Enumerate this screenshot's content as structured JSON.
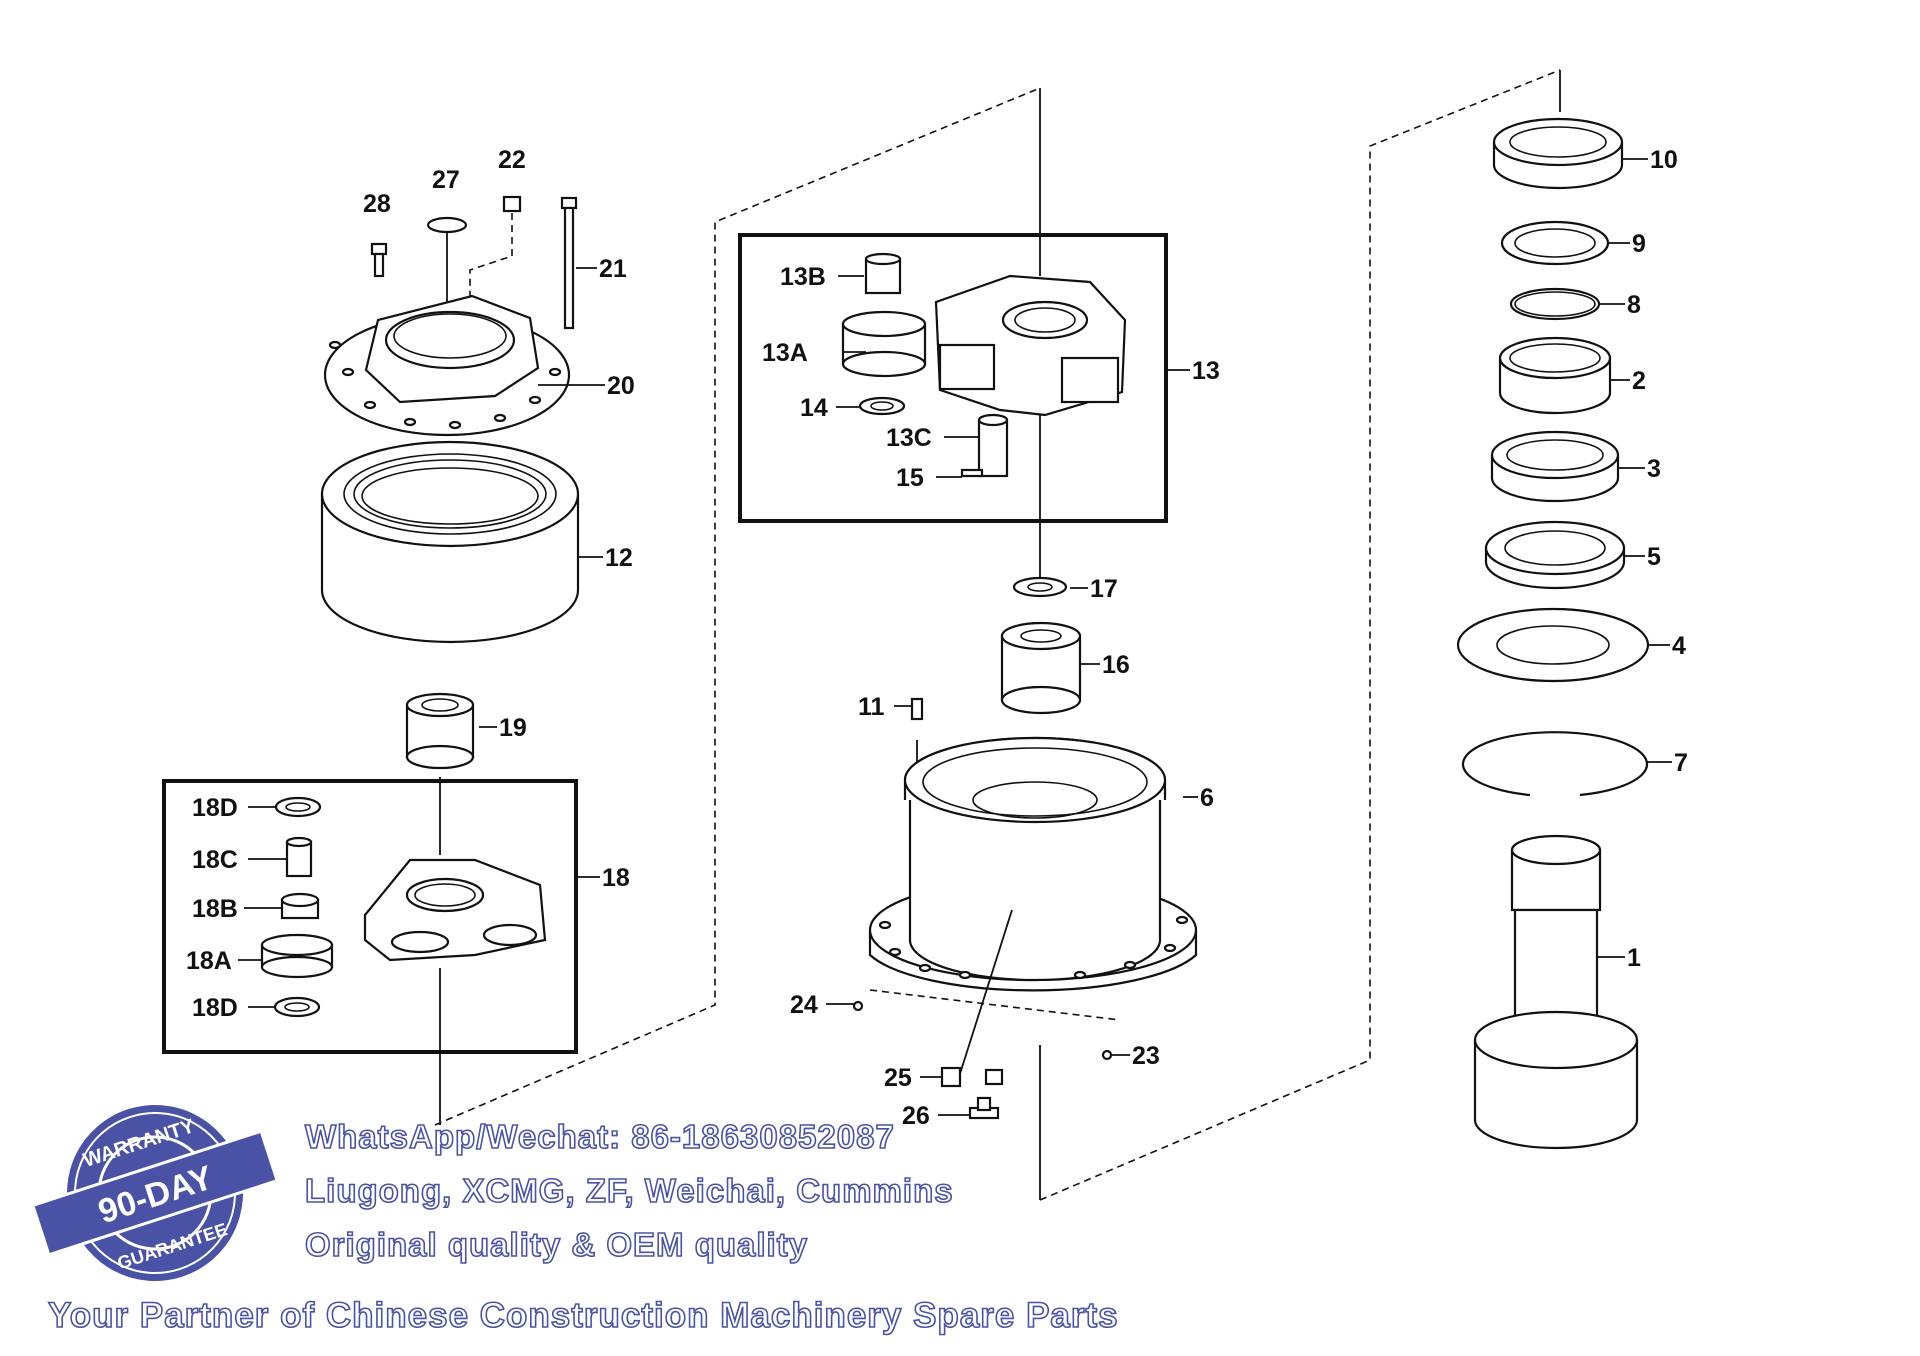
{
  "labels": {
    "p1": "1",
    "p2": "2",
    "p3": "3",
    "p4": "4",
    "p5": "5",
    "p6": "6",
    "p7": "7",
    "p8": "8",
    "p9": "9",
    "p10": "10",
    "p11": "11",
    "p12": "12",
    "p13": "13",
    "p13A": "13A",
    "p13B": "13B",
    "p13C": "13C",
    "p14": "14",
    "p15": "15",
    "p16": "16",
    "p17": "17",
    "p18": "18",
    "p18A": "18A",
    "p18B": "18B",
    "p18C": "18C",
    "p18D_top": "18D",
    "p18D_bottom": "18D",
    "p19": "19",
    "p20": "20",
    "p21": "21",
    "p22": "22",
    "p23": "23",
    "p24": "24",
    "p25": "25",
    "p26": "26",
    "p27": "27",
    "p28": "28"
  },
  "watermark": {
    "contact": "WhatsApp/Wechat:  86-18630852087",
    "brands": "Liugong,  XCMG,  ZF,  Weichai,  Cummins",
    "quality": "Original  quality  &  OEM  quality",
    "tagline": "Your  Partner  of  Chinese  Construction  Machinery  Spare  Parts"
  },
  "badge": {
    "top_text": "WARRANTY",
    "center_text": "90-DAY",
    "bottom_text": "GUARANTEE",
    "color": "#4a52a6"
  }
}
